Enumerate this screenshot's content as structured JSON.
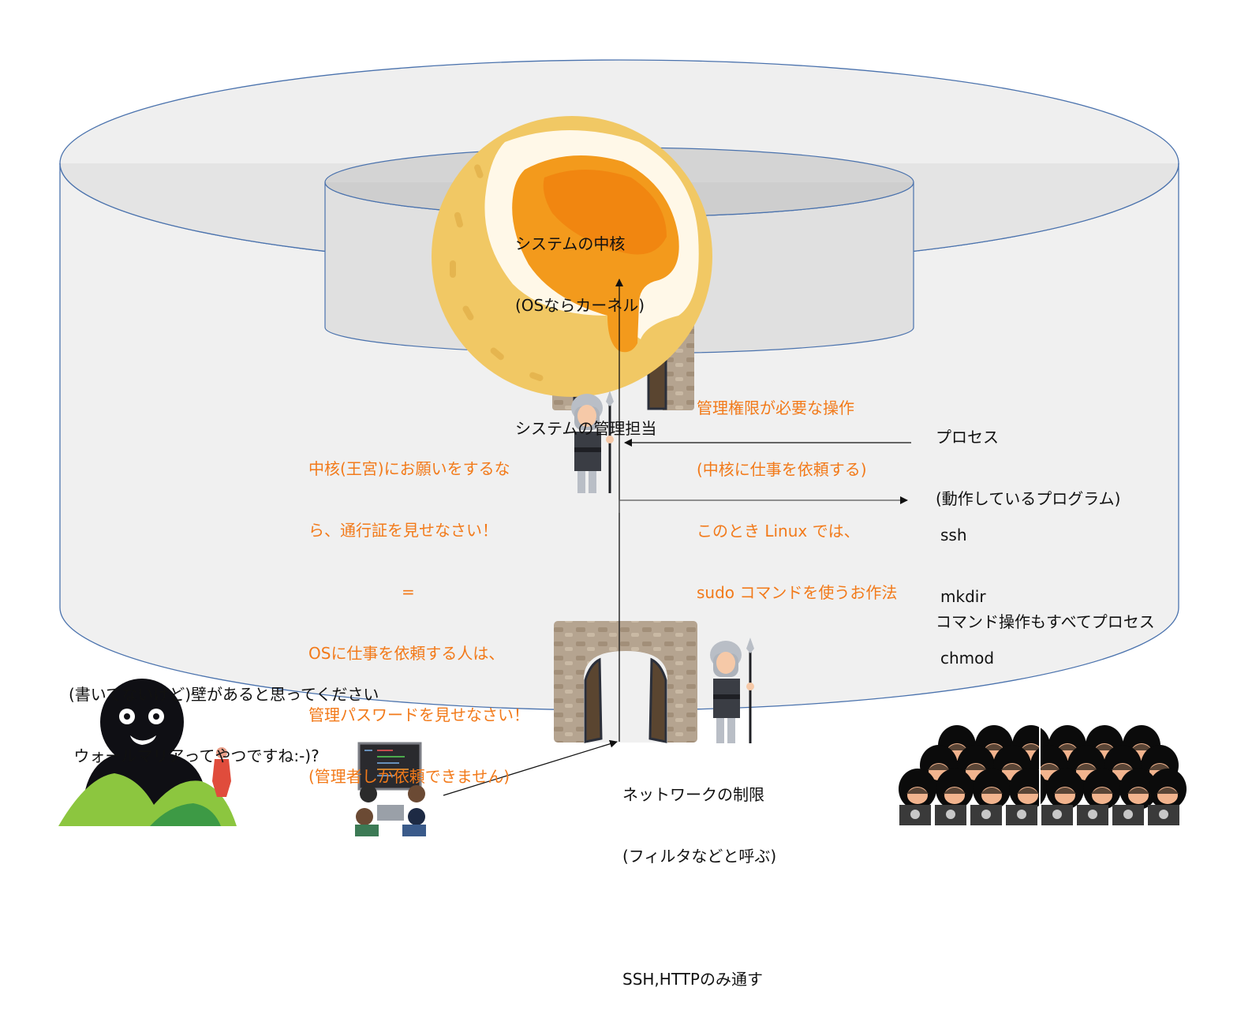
{
  "colors": {
    "cylinder_stroke": "#4a72ad",
    "outer_cylinder_fill": "#f0f0f0",
    "outer_top_fill": "#ececec",
    "inner_cylinder_fill": "#e0e0e0",
    "inner_top_fill": "#d2d2d2",
    "annotation_orange": "#f27a1a",
    "text_black": "#111111",
    "arrow": "#111111",
    "egg_crust": "#f1c864",
    "egg_white": "#fff8e8",
    "egg_yolk": "#f39a1c",
    "egg_yolk_dark": "#ef7d0c",
    "stone": "#b5a490",
    "stone_dark": "#9c8a74",
    "door_wood": "#5a4530",
    "armor": "#b9bec6",
    "tunic": "#3a3d44",
    "hill_green": "#8cc63f",
    "hill_dark": "#3d9a45",
    "titan_black": "#0f0f14",
    "hacker_hood": "#0b0b0b"
  },
  "kernel": {
    "lines": [
      "システムの中核",
      "(OSならカーネル)",
      "",
      "システムの管理担当"
    ]
  },
  "privileged_op": {
    "lines": [
      "管理権限が必要な操作",
      "(中核に仕事を依頼する)",
      "このとき Linux では、",
      "sudo コマンドを使うお作法"
    ]
  },
  "guard_note": {
    "lines": [
      "中核(王宮)にお願いをするな",
      "ら、通行証を見せなさい！",
      "=",
      "OSに仕事を依頼する人は、",
      "管理パスワードを見せなさい！",
      "(管理者しか依頼できません)"
    ]
  },
  "process": {
    "lines": [
      "プロセス",
      "(動作しているプログラム)",
      "",
      "コマンド操作もすべてプロセス"
    ],
    "commands": [
      "ssh",
      "mkdir",
      "chmod"
    ]
  },
  "wall_note": {
    "lines": [
      "(書いてないけど)壁があると思ってください",
      " ウォールマリアってやつですね:-)?"
    ]
  },
  "network": {
    "lines": [
      "ネットワークの制限",
      "(フィルタなどと呼ぶ)",
      "",
      "SSH,HTTPのみ通す"
    ]
  },
  "illustrations": {
    "kernel_egg": "scotch-egg-icon",
    "inner_gate": "castle-gate-icon",
    "inner_guard": "guard-soldier-icon",
    "outer_gate": "castle-gate-icon",
    "outer_guard": "guard-soldier-icon",
    "titan": "titan-over-hill-icon",
    "developers": "developer-team-icon",
    "hackers": "hacker-crowd-icon"
  }
}
